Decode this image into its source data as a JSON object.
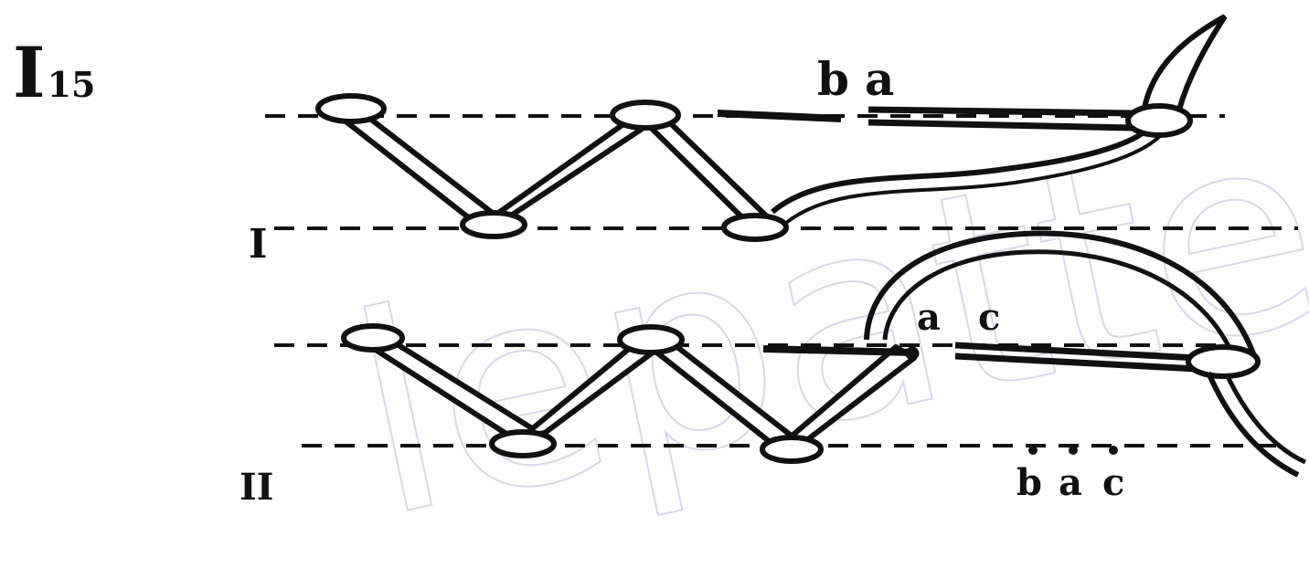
{
  "figure": {
    "main": "I",
    "sub": "15"
  },
  "rows": {
    "row1": "I",
    "row2": "II"
  },
  "row1_points": {
    "b": "b",
    "a": "a"
  },
  "row2_points": {
    "a": "a",
    "c": "c",
    "bottom_b": "b",
    "bottom_a": "a",
    "bottom_c": "c"
  },
  "watermark": {
    "text": "lepatterns",
    "color": "#c8cbe6"
  },
  "ink_color": "#111111"
}
